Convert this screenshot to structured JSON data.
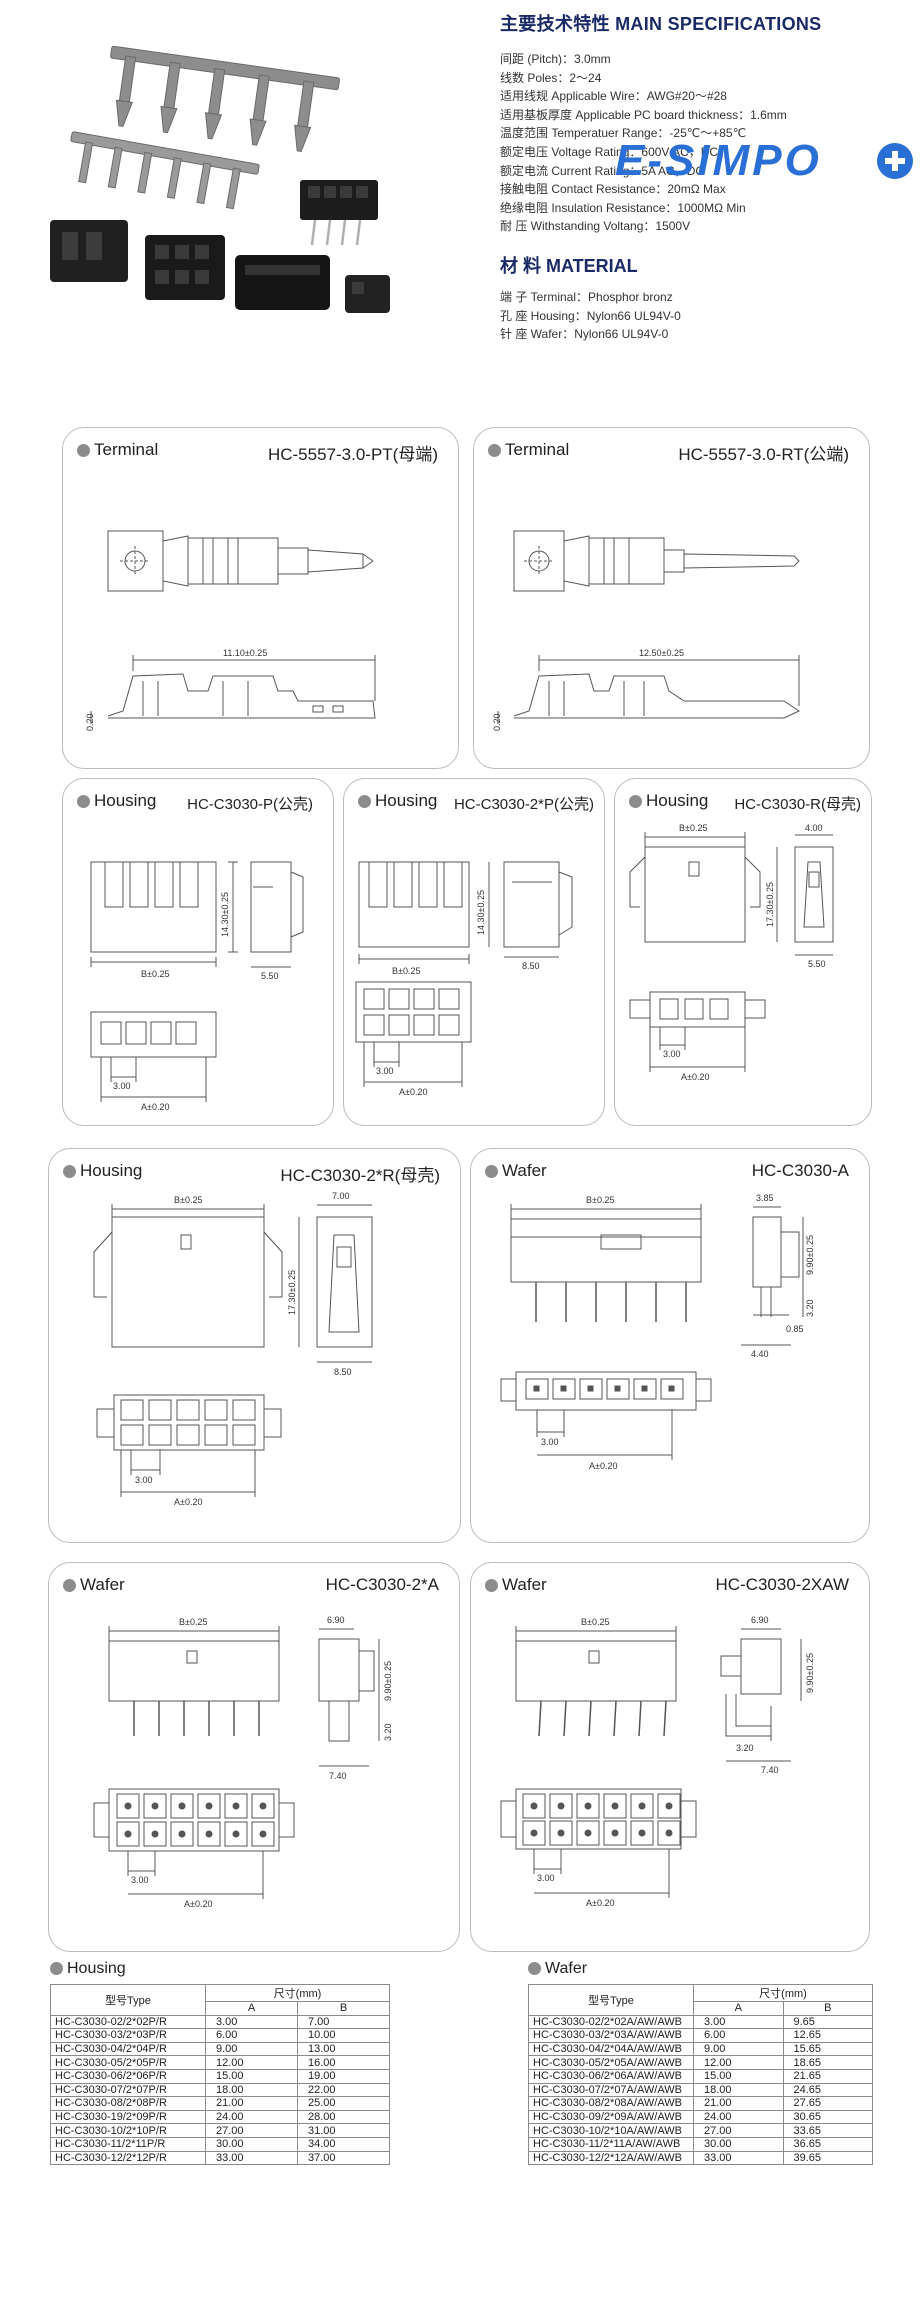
{
  "specs": {
    "title": "主要技术特性  MAIN SPECIFICATIONS",
    "lines": [
      "间距 (Pitch)：3.0mm",
      "线数 Poles：2～24",
      "适用线规 Applicable Wire：AWG#20～#28",
      "适用基板厚度 Applicable PC board thickness：1.6mm",
      "温度范围 Temperatuer Range：-25℃～+85℃",
      "额定电压 Voltage Rating：600V AC，DC",
      "额定电流 Current Rating：5A AC，DC",
      "接触电阻 Contact Resistance：20mΩ Max",
      "绝缘电阻 Insulation Resistance：1000MΩ  Min",
      "耐    压 Withstanding Voltang：1500V"
    ],
    "material_title": "材   料  MATERIAL",
    "material_lines": [
      "端    子 Terminal：Phosphor bronz",
      "孔    座 Housing：Nylon66  UL94V-0",
      "针    座 Wafer：Nylon66  UL94V-0"
    ]
  },
  "logo": {
    "text": "E-SIMPO",
    "color": "#2a6fd6"
  },
  "panels": [
    {
      "type": "Terminal",
      "model": "HC-5557-3.0-PT(母端)"
    },
    {
      "type": "Terminal",
      "model": "HC-5557-3.0-RT(公端)"
    },
    {
      "type": "Housing",
      "model": "HC-C3030-P(公壳)"
    },
    {
      "type": "Housing",
      "model": "HC-C3030-2*P(公壳)"
    },
    {
      "type": "Housing",
      "model": "HC-C3030-R(母壳)"
    },
    {
      "type": "Housing",
      "model": "HC-C3030-2*R(母壳)"
    },
    {
      "type": "Wafer",
      "model": "HC-C3030-A"
    },
    {
      "type": "Wafer",
      "model": "HC-C3030-2*A"
    },
    {
      "type": "Wafer",
      "model": "HC-C3030-2XAW"
    }
  ],
  "dims": {
    "d1110": "11.10±0.25",
    "d1250": "12.50±0.25",
    "d020": "0.20",
    "d1430": "14.30±0.25",
    "d550": "5.50",
    "d850": "8.50",
    "d1730": "17.30±0.25",
    "d400": "4.00",
    "d700": "7.00",
    "d385": "3.85",
    "d990": "9.90±0.25",
    "d320": "3.20",
    "d085": "0.85",
    "d440": "4.40",
    "d690": "6.90",
    "d740": "7.40",
    "b": "B±0.25",
    "a": "A±0.20",
    "p300": "3.00"
  },
  "housing_table": {
    "title": "Housing",
    "col_type": "型号Type",
    "col_size": "尺寸(mm)",
    "col_a": "A",
    "col_b": "B",
    "rows": [
      [
        "HC-C3030-02/2*02P/R",
        "3.00",
        "7.00"
      ],
      [
        "HC-C3030-03/2*03P/R",
        "6.00",
        "10.00"
      ],
      [
        "HC-C3030-04/2*04P/R",
        "9.00",
        "13.00"
      ],
      [
        "HC-C3030-05/2*05P/R",
        "12.00",
        "16.00"
      ],
      [
        "HC-C3030-06/2*06P/R",
        "15.00",
        "19.00"
      ],
      [
        "HC-C3030-07/2*07P/R",
        "18.00",
        "22.00"
      ],
      [
        "HC-C3030-08/2*08P/R",
        "21.00",
        "25.00"
      ],
      [
        "HC-C3030-19/2*09P/R",
        "24.00",
        "28.00"
      ],
      [
        "HC-C3030-10/2*10P/R",
        "27.00",
        "31.00"
      ],
      [
        "HC-C3030-11/2*11P/R",
        "30.00",
        "34.00"
      ],
      [
        "HC-C3030-12/2*12P/R",
        "33.00",
        "37.00"
      ]
    ]
  },
  "wafer_table": {
    "title": "Wafer",
    "col_type": "型号Type",
    "col_size": "尺寸(mm)",
    "col_a": "A",
    "col_b": "B",
    "rows": [
      [
        "HC-C3030-02/2*02A/AW/AWB",
        "3.00",
        "9.65"
      ],
      [
        "HC-C3030-03/2*03A/AW/AWB",
        "6.00",
        "12.65"
      ],
      [
        "HC-C3030-04/2*04A/AW/AWB",
        "9.00",
        "15.65"
      ],
      [
        "HC-C3030-05/2*05A/AW/AWB",
        "12.00",
        "18.65"
      ],
      [
        "HC-C3030-06/2*06A/AW/AWB",
        "15.00",
        "21.65"
      ],
      [
        "HC-C3030-07/2*07A/AW/AWB",
        "18.00",
        "24.65"
      ],
      [
        "HC-C3030-08/2*08A/AW/AWB",
        "21.00",
        "27.65"
      ],
      [
        "HC-C3030-09/2*09A/AW/AWB",
        "24.00",
        "30.65"
      ],
      [
        "HC-C3030-10/2*10A/AW/AWB",
        "27.00",
        "33.65"
      ],
      [
        "HC-C3030-11/2*11A/AW/AWB",
        "30.00",
        "36.65"
      ],
      [
        "HC-C3030-12/2*12A/AW/AWB",
        "33.00",
        "39.65"
      ]
    ]
  }
}
